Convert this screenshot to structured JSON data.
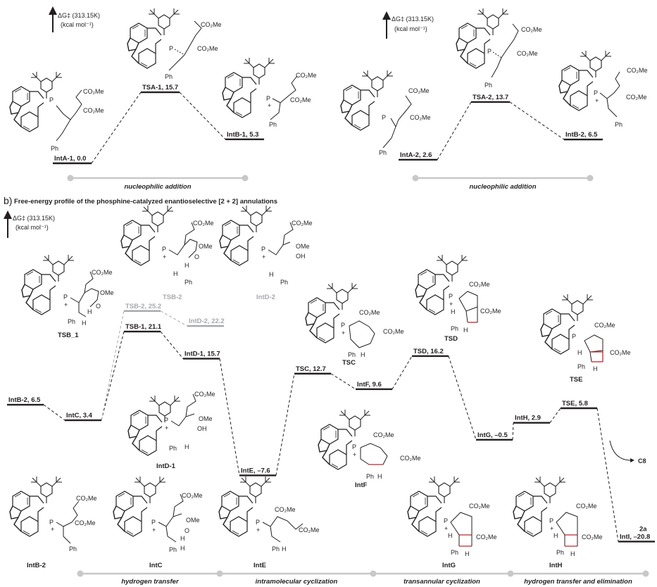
{
  "chart_data": [
    {
      "type": "energy-profile",
      "panel": "a-left",
      "ylabel": "ΔG‡ (313.15K)",
      "yunit": "(kcal mol⁻¹)",
      "states": [
        {
          "name": "IntA-1",
          "energy": 0.0,
          "label": "IntA-1, 0.0"
        },
        {
          "name": "TSA-1",
          "energy": 15.7,
          "label": "TSA-1, 15.7"
        },
        {
          "name": "IntB-1",
          "energy": 5.3,
          "label": "IntB-1, 5.3"
        }
      ],
      "stages": [
        {
          "label": "nucleophilic addition"
        }
      ]
    },
    {
      "type": "energy-profile",
      "panel": "a-right",
      "ylabel": "ΔG‡ (313.15K)",
      "yunit": "(kcal mol⁻¹)",
      "states": [
        {
          "name": "IntA-2",
          "energy": 2.6,
          "label": "IntA-2, 2.6"
        },
        {
          "name": "TSA-2",
          "energy": 13.7,
          "label": "TSA-2, 13.7"
        },
        {
          "name": "IntB-2",
          "energy": 6.5,
          "label": "IntB-2, 6.5"
        }
      ],
      "stages": [
        {
          "label": "nucleophilic addition"
        }
      ]
    },
    {
      "type": "energy-profile",
      "panel": "b",
      "title": "Free-energy profile of the phosphine-catalyzed enantioselective [2 + 2] annulations",
      "ylabel": "ΔG‡ (313.15K)",
      "yunit": "(kcal mol⁻¹)",
      "states": [
        {
          "name": "IntB-2",
          "energy": 6.5,
          "label": "IntB-2, 6.5",
          "path": "main"
        },
        {
          "name": "IntC",
          "energy": 3.4,
          "label": "IntC, 3.4",
          "path": "main"
        },
        {
          "name": "TSB-1",
          "energy": 21.1,
          "label": "TSB-1, 21.1",
          "path": "main"
        },
        {
          "name": "IntD-1",
          "energy": 15.7,
          "label": "IntD-1, 15.7",
          "path": "main"
        },
        {
          "name": "TSB-2",
          "energy": 25.2,
          "label": "TSB-2, 25.2",
          "path": "minor"
        },
        {
          "name": "IntD-2",
          "energy": 22.2,
          "label": "IntD-2, 22.2",
          "path": "minor"
        },
        {
          "name": "IntE",
          "energy": -7.6,
          "label": "IntE, –7.6",
          "path": "main"
        },
        {
          "name": "TSC",
          "energy": 12.7,
          "label": "TSC, 12.7",
          "path": "main"
        },
        {
          "name": "IntF",
          "energy": 9.6,
          "label": "IntF, 9.6",
          "path": "main"
        },
        {
          "name": "TSD",
          "energy": 16.2,
          "label": "TSD, 16.2",
          "path": "main"
        },
        {
          "name": "IntG",
          "energy": -0.5,
          "label": "IntG, –0.5",
          "path": "main"
        },
        {
          "name": "IntH",
          "energy": 2.9,
          "label": "IntH, 2.9",
          "path": "main"
        },
        {
          "name": "TSE",
          "energy": 5.8,
          "label": "TSE, 5.8",
          "path": "main"
        },
        {
          "name": "IntI",
          "energy": -20.8,
          "label": "IntI, –20.8",
          "path": "main",
          "extra": "2a"
        }
      ],
      "side_product": "C8",
      "stages": [
        {
          "label": "hydrogen transfer"
        },
        {
          "label": "intramolecular cyclization"
        },
        {
          "label": "transannular cyclization"
        },
        {
          "label": "hydrogen transfer and elimination"
        }
      ]
    }
  ],
  "panel_b_letter": "b)",
  "structures": {
    "top_left": [
      "IntA-1",
      "TSA-1",
      "IntB-1"
    ],
    "top_right": [
      "IntA-2",
      "TSA-2",
      "IntB-2"
    ],
    "panel_b_upper": [
      "TSB_1",
      "TSB-2",
      "IntD-2",
      "TSC",
      "TSD",
      "TSE"
    ],
    "panel_b_middle": [
      "IntD-1",
      "IntF"
    ],
    "panel_b_lower": [
      "IntB-2",
      "IntC",
      "IntE",
      "IntG",
      "IntH"
    ]
  },
  "groups": {
    "co2me": "CO₂Me",
    "ome": "OMe",
    "oh": "OH",
    "ph": "Ph",
    "h": "H",
    "p": "P",
    "o": "O",
    "plus": "+",
    "minus": "–"
  },
  "colors": {
    "main": "#231f20",
    "minor": "#a7a9ac",
    "stage_bar": "#c8c8c8",
    "new_bond": "#c1272d"
  }
}
